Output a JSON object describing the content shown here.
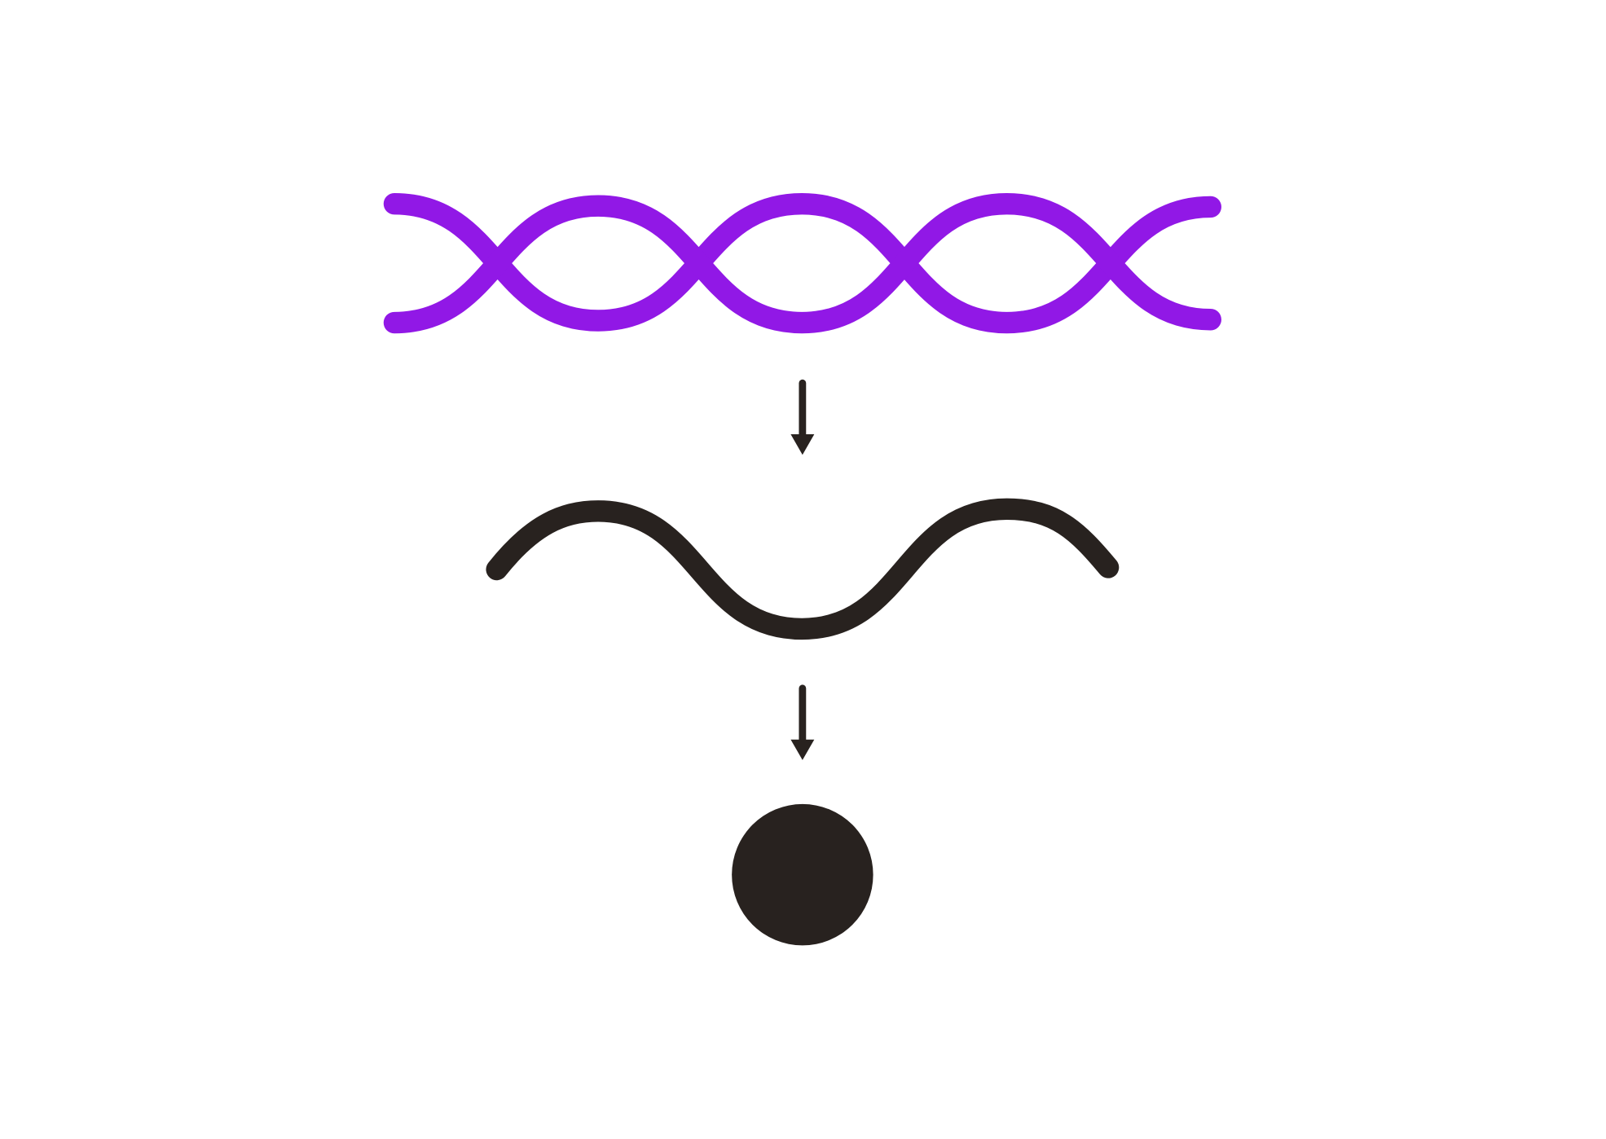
{
  "diagram": {
    "stages": [
      {
        "id": "double-strand",
        "shape": "double-helix",
        "color": "#9118e6"
      },
      {
        "id": "single-strand",
        "shape": "wavy-line",
        "color": "#28221f"
      },
      {
        "id": "collapsed",
        "shape": "filled-circle",
        "color": "#28221f"
      }
    ],
    "arrows": [
      {
        "from": "double-strand",
        "to": "single-strand",
        "color": "#28221f"
      },
      {
        "from": "single-strand",
        "to": "collapsed",
        "color": "#28221f"
      }
    ]
  }
}
